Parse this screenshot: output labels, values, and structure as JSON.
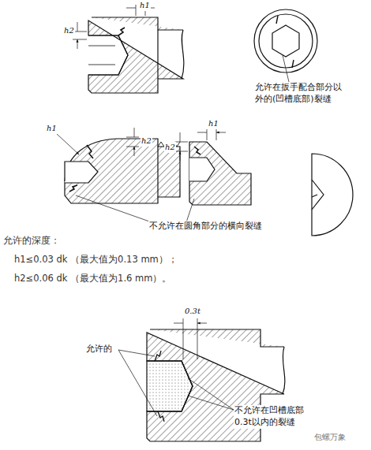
{
  "diagram": {
    "labels": [
      "h1",
      "h2",
      "允许在扳手配合部分以外的(凹槽底部)裂缝",
      "h1",
      "h2",
      "h2",
      "h1",
      "不允许在圆角部分的横向裂缝",
      "允许的深度：",
      "h1≤0.03 dk （最大值为0.13 mm）；",
      "h2≤0.06 dk （最大值为1.6 mm）。",
      "0.3t",
      "允许的",
      "不允许在凹槽底部0.3t以内的裂缝",
      "包螺万象"
    ]
  }
}
